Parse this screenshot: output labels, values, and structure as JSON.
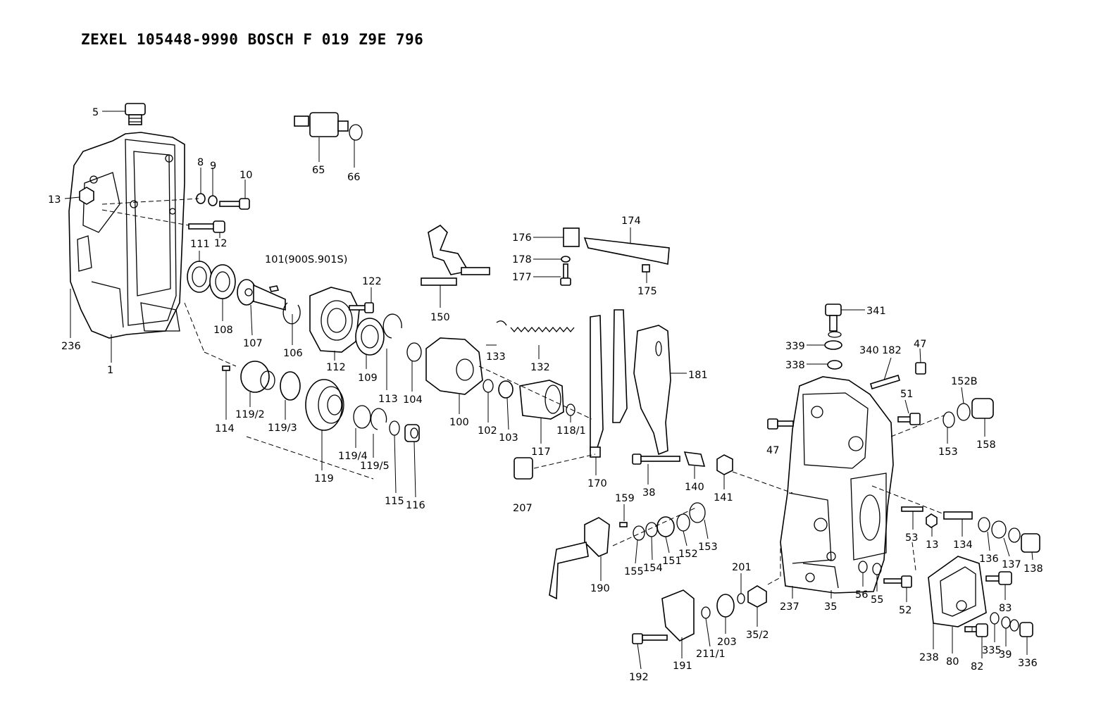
{
  "title": "ZEXEL  105448-9990  BOSCH  F 019 Z9E 796",
  "callouts": {
    "c5": "5",
    "c8": "8",
    "c9": "9",
    "c10": "10",
    "c13a": "13",
    "c12": "12",
    "c236": "236",
    "c1": "1",
    "c65": "65",
    "c66": "66",
    "c111": "111",
    "c101": "101(900S.901S)",
    "c108": "108",
    "c107": "107",
    "c106": "106",
    "c122": "122",
    "c112": "112",
    "c109": "109",
    "c113": "113",
    "c104": "104",
    "c150": "150",
    "c133": "133",
    "c132": "132",
    "c176": "176",
    "c174": "174",
    "c178": "178",
    "c177": "177",
    "c175": "175",
    "c114": "114",
    "c119_2": "119/2",
    "c119_3": "119/3",
    "c119": "119",
    "c119_4": "119/4",
    "c119_5": "119/5",
    "c115": "115",
    "c116": "116",
    "c100": "100",
    "c102": "102",
    "c103": "103",
    "c117": "117",
    "c118_1": "118/1",
    "c181": "181",
    "c170": "170",
    "c207": "207",
    "c38": "38",
    "c140": "140",
    "c141": "141",
    "c159": "159",
    "c155": "155",
    "c154": "154",
    "c151": "151",
    "c152": "152",
    "c153a": "153",
    "c190": "190",
    "c201": "201",
    "c203": "203",
    "c35_2": "35/2",
    "c211_1": "211/1",
    "c191": "191",
    "c192": "192",
    "c341": "341",
    "c339": "339",
    "c338": "338",
    "c340": "340",
    "c182": "182",
    "c47a": "47",
    "c47b": "47",
    "c51": "51",
    "c152B": "152B",
    "c153b": "153",
    "c158": "158",
    "c53": "53",
    "c13b": "13",
    "c134": "134",
    "c136": "136",
    "c137": "137",
    "c138": "138",
    "c237": "237",
    "c35": "35",
    "c56": "56",
    "c55": "55",
    "c52": "52",
    "c83": "83",
    "c238": "238",
    "c80": "80",
    "c82": "82",
    "c335": "335",
    "c39": "39",
    "c336": "336"
  }
}
